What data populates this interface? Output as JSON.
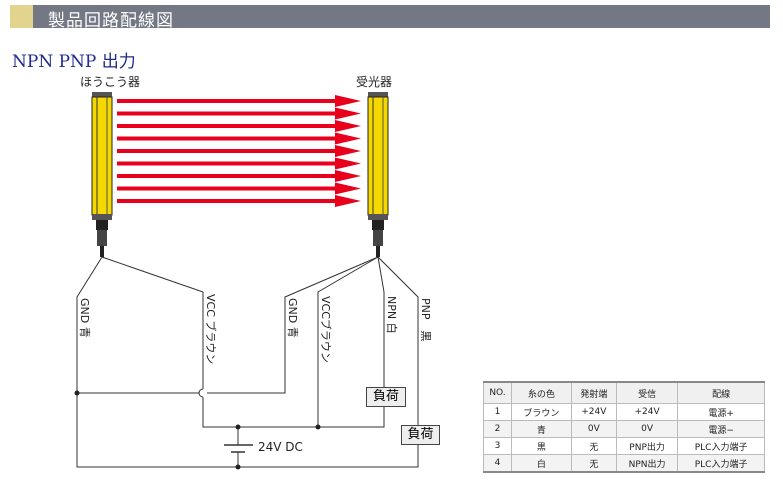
{
  "header": {
    "title": "製品回路配線図"
  },
  "subtitle": "NPN PNP 出力",
  "emitter_label": "ほうこう器",
  "receiver_label": "受光器",
  "wires": {
    "gnd_e": "GND 青",
    "vcc_e": "VCC ブラウン",
    "gnd_r": "GND 青",
    "vcc_r": "VCCブラウン",
    "npn": "NPN 白",
    "pnp": "PNP　黒"
  },
  "load_npn": "負荷",
  "load_pnp": "負荷",
  "supply": "24V DC",
  "colors": {
    "beam": "#e8001c",
    "sensor": "#f5d800"
  },
  "table": {
    "headers": [
      "NO.",
      "糸の色",
      "発射端",
      "受信",
      "配線"
    ],
    "rows": [
      [
        "1",
        "ブラウン",
        "+24V",
        "+24V",
        "電源+"
      ],
      [
        "2",
        "青",
        "0V",
        "0V",
        "電源−"
      ],
      [
        "3",
        "黒",
        "无",
        "PNP出力",
        "PLC入力端子"
      ],
      [
        "4",
        "白",
        "无",
        "NPN出力",
        "PLC入力端子"
      ]
    ]
  }
}
